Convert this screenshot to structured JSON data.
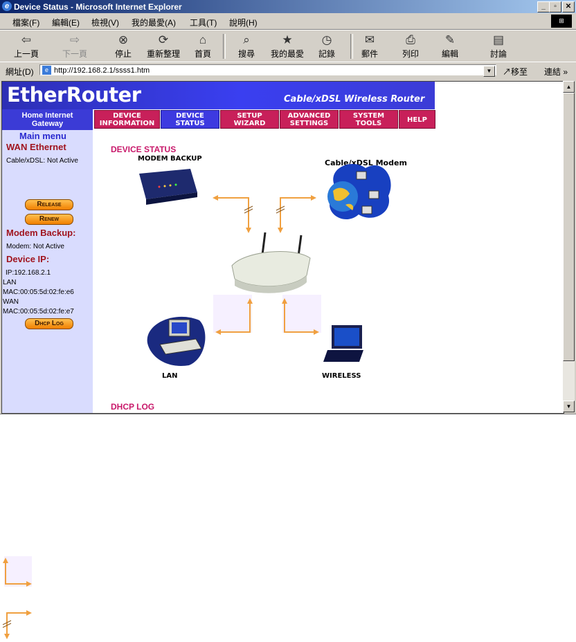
{
  "window": {
    "title": "Device Status - Microsoft Internet Explorer"
  },
  "menu": [
    "檔案(F)",
    "編輯(E)",
    "檢視(V)",
    "我的最愛(A)",
    "工具(T)",
    "說明(H)"
  ],
  "toolbar": {
    "back": "上一頁",
    "forward": "下一頁",
    "stop": "停止",
    "refresh": "重新整理",
    "home": "首頁",
    "search": "搜尋",
    "favorites": "我的最愛",
    "history": "記錄",
    "mail": "郵件",
    "print": "列印",
    "edit": "編輯",
    "discuss": "討論"
  },
  "address": {
    "label": "網址(D)",
    "url": "http://192.168.2.1/ssss1.htm",
    "go": "移至",
    "links": "連結"
  },
  "router": {
    "brand": "EtherRouter",
    "tagline": "Cable/xDSL Wireless Router",
    "sub_brand_1": "Home Internet",
    "sub_brand_2": "Gateway",
    "nav": [
      {
        "l1": "DEVICE",
        "l2": "INFORMATION"
      },
      {
        "l1": "DEVICE",
        "l2": "STATUS"
      },
      {
        "l1": "SETUP",
        "l2": "WIZARD"
      },
      {
        "l1": "ADVANCED",
        "l2": "SETTINGS"
      },
      {
        "l1": "SYSTEM",
        "l2": "TOOLS"
      },
      {
        "l1": "HELP",
        "l2": ""
      }
    ],
    "sidebar": {
      "main_menu": "Main menu",
      "wan_heading": "WAN Ethernet",
      "wan_status": "Cable/xDSL: Not Active",
      "release": "Release",
      "renew": "Renew",
      "modem_heading": "Modem Backup:",
      "modem_status": "Modem: Not Active",
      "ip_heading": "Device IP:",
      "ip": "IP:192.168.2.1",
      "lan": "LAN",
      "lan_mac": "MAC:00:05:5d:02:fe:e6",
      "wan": "WAN",
      "wan_mac": "MAC:00:05:5d:02:fe:e7",
      "dhcp_log": "Dhcp Log"
    },
    "content": {
      "title": "DEVICE STATUS",
      "modem_backup": "MODEM BACKUP",
      "cable_modem": "Cable/xDSL Modem",
      "lan": "LAN",
      "wireless": "WIRELESS",
      "dhcp_log_title": "DHCP LOG"
    }
  },
  "colors": {
    "arrow": "#f0a040",
    "nav_red": "#c8205a",
    "nav_active": "#3d3ae0",
    "sidebar_bg": "#d9dcfe"
  }
}
